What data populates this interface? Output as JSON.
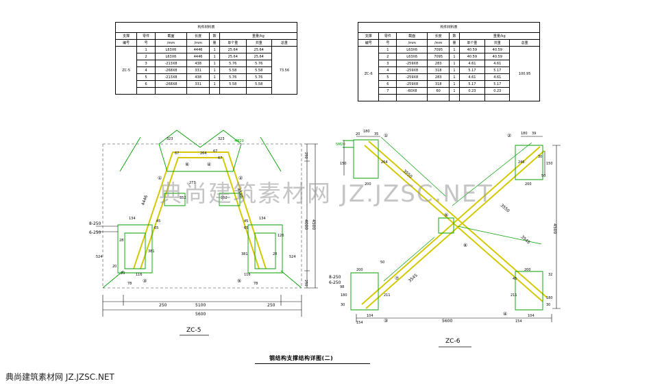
{
  "table_zc5": {
    "title": "构件材料表",
    "headers": [
      "支撑",
      "零件",
      "截面",
      "长度",
      "数",
      "重量/kg"
    ],
    "subheaders": [
      "编号",
      "号",
      "/mm",
      "/mm",
      "量",
      "单个重",
      "共重",
      "总重"
    ],
    "member_no": "ZC-5",
    "total": "73.56",
    "rows": [
      [
        "1",
        "L63X6",
        "4446",
        "1",
        "25.64",
        "25.64"
      ],
      [
        "2",
        "L63X6",
        "4446",
        "1",
        "25.64",
        "25.64"
      ],
      [
        "3",
        "-213X8",
        "438",
        "1",
        "5.76",
        "5.76"
      ],
      [
        "4",
        "-268X8",
        "331",
        "1",
        "5.58",
        "5.58"
      ],
      [
        "5",
        "-213X8",
        "438",
        "1",
        "5.76",
        "5.76"
      ],
      [
        "6",
        "-268X8",
        "331",
        "1",
        "5.58",
        "5.58"
      ]
    ]
  },
  "table_zc6": {
    "title": "构件材料表",
    "headers": [
      "支撑",
      "零件",
      "截面",
      "长度",
      "数",
      "重量/kg"
    ],
    "subheaders": [
      "编号",
      "号",
      "/mm",
      "/mm",
      "量",
      "单个重",
      "共重",
      "总重"
    ],
    "member_no": "ZC-6",
    "total": "100.95",
    "rows": [
      [
        "1",
        "L63X6",
        "7095",
        "1",
        "40.59",
        "40.59"
      ],
      [
        "2",
        "L63X6",
        "7095",
        "1",
        "40.59",
        "40.59"
      ],
      [
        "3",
        "-259X8",
        "283",
        "1",
        "4.61",
        "4.61"
      ],
      [
        "4",
        "-259X8",
        "318",
        "1",
        "5.17",
        "5.17"
      ],
      [
        "5",
        "-259X8",
        "283",
        "1",
        "4.61",
        "4.61"
      ],
      [
        "6",
        "-259X8",
        "318",
        "1",
        "5.17",
        "5.17"
      ],
      [
        "7",
        "-60X8",
        "60",
        "1",
        "0.23",
        "0.23"
      ]
    ]
  },
  "zc5": {
    "name": "ZC-5",
    "dims": {
      "total_width": "5600",
      "inner_width": "5100",
      "left_offset": "250",
      "right_offset": "250",
      "height_inner": "4000",
      "height_total": "4500",
      "top_offset": "250",
      "bottom_offset": "250",
      "diag_left": "4446",
      "diag_right": "4446",
      "gusset_left": "8-250",
      "gusset_left2": "6-250",
      "weld": "4M20"
    },
    "small_labels": [
      "323",
      "67",
      "264",
      "67",
      "323",
      "352",
      "352",
      "273",
      "134",
      "126",
      "134",
      "381",
      "381",
      "524",
      "524",
      "28",
      "28",
      "20",
      "20",
      "78",
      "78",
      "116",
      "116",
      "67",
      "45",
      "45",
      "65",
      "65"
    ],
    "part_marks": [
      "①",
      "②",
      "③",
      "④",
      "⑤",
      "⑥"
    ]
  },
  "zc6": {
    "name": "ZC-6",
    "dims": {
      "total_width": "5600",
      "height": "4500",
      "diag1": "3550",
      "diag2": "3550",
      "diag3": "3545",
      "diag4": "3545",
      "gusset_top": "5M20",
      "gusset_bottom": "8-250",
      "gusset_bottom2": "6-250"
    },
    "small_labels": [
      "20",
      "180",
      "35",
      "180",
      "39",
      "150",
      "264",
      "246",
      "150",
      "200",
      "200",
      "30",
      "50",
      "50",
      "200",
      "200",
      "211",
      "211",
      "98",
      "45",
      "154",
      "154",
      "104",
      "104",
      "180",
      "180",
      "30",
      "30",
      "32"
    ],
    "part_marks": [
      "①",
      "②",
      "③",
      "④",
      "⑤",
      "⑥",
      "⑦"
    ]
  },
  "footer_title": "钢结构支撑结构详图(二)",
  "watermark": "典尚建筑素材网 JZ.JZSC.NET",
  "bottom_watermark": "典尚建筑素材网 JZ.JZSC.NET",
  "colors": {
    "line": "#000000",
    "dim": "#00a000",
    "member": "#d4c800",
    "bg": "#ffffff"
  }
}
